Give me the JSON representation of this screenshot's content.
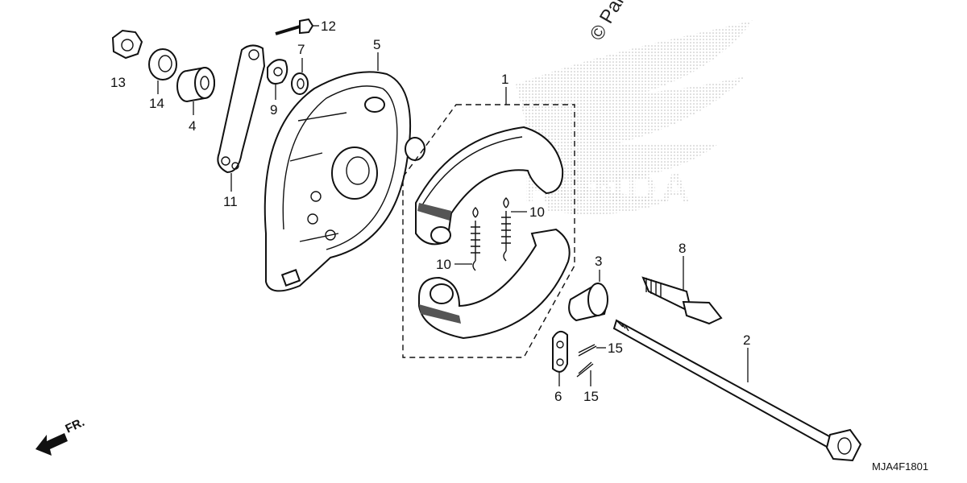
{
  "diagram": {
    "copyright": "© Parts",
    "brand_watermark": "HONDA",
    "drawing_code": "MJA4F1801",
    "direction_label": "FR.",
    "callouts": {
      "p1": "1",
      "p2": "2",
      "p3": "3",
      "p4": "4",
      "p5": "5",
      "p6": "6",
      "p7": "7",
      "p8": "8",
      "p9": "9",
      "p10a": "10",
      "p10b": "10",
      "p11": "11",
      "p12": "12",
      "p13": "13",
      "p14": "14",
      "p15a": "15",
      "p15b": "15"
    }
  }
}
